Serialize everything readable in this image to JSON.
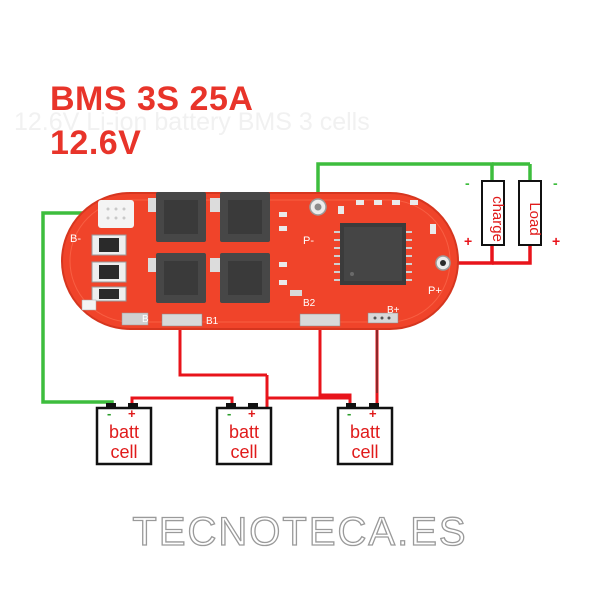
{
  "title": {
    "line1": "BMS 3S 25A",
    "line2": "12.6V"
  },
  "watermark": "12.6V Li-ion battery BMS 3 cells",
  "brand": "TECNOTECA.ES",
  "board": {
    "pads": {
      "b_minus": "B-",
      "p_minus": "P-",
      "p_plus": "P+",
      "b_plus": "B+",
      "b1": "B1",
      "b2": "B2",
      "b": "B"
    }
  },
  "external": {
    "charge": "charge",
    "load": "Load",
    "charge_plus": "+",
    "charge_minus": "-",
    "load_plus": "+",
    "load_minus": "-"
  },
  "cells": [
    {
      "line1": "batt",
      "line2": "cell",
      "minus": "-",
      "plus": "+"
    },
    {
      "line1": "batt",
      "line2": "cell",
      "minus": "-",
      "plus": "+"
    },
    {
      "line1": "batt",
      "line2": "cell",
      "minus": "-",
      "plus": "+"
    }
  ],
  "colors": {
    "title": "#e8342a",
    "board": "#f0442a",
    "wire_red": "#e8141b",
    "wire_green": "#3dbd3d",
    "cell_red": "#e01b1b"
  }
}
